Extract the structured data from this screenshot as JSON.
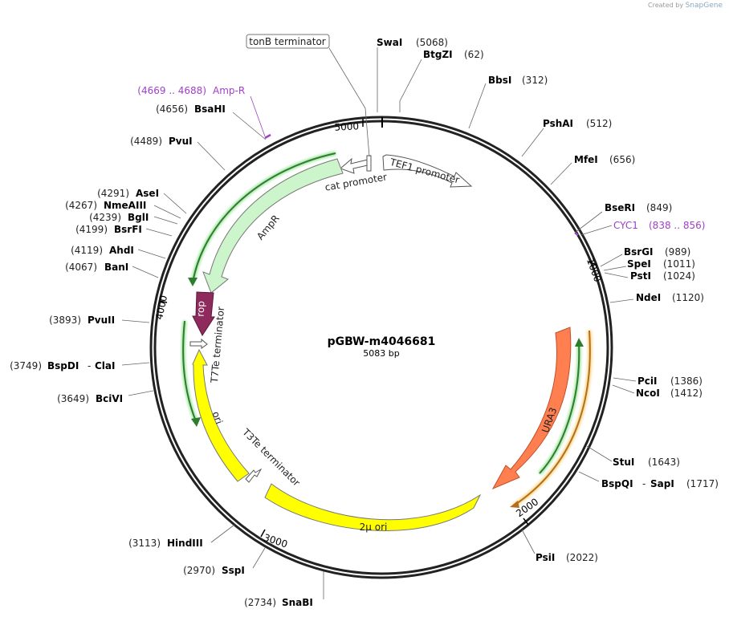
{
  "watermark": {
    "created_by": "Created by",
    "brand": "SnapGene"
  },
  "plasmid": {
    "name": "pGBW-m4046681",
    "length_label": "5083 bp"
  },
  "ruler_ticks": [
    "1000",
    "2000",
    "3000",
    "4000",
    "5000"
  ],
  "sites": [
    {
      "enzyme": "SwaI",
      "position": "(5068)"
    },
    {
      "enzyme": "BtgZI",
      "position": "(62)"
    },
    {
      "enzyme": "BbsI",
      "position": "(312)"
    },
    {
      "enzyme": "PshAI",
      "position": "(512)"
    },
    {
      "enzyme": "MfeI",
      "position": "(656)"
    },
    {
      "enzyme": "BseRI",
      "position": "(849)"
    },
    {
      "enzyme": "BsrGI",
      "position": "(989)"
    },
    {
      "enzyme": "SpeI",
      "position": "(1011)"
    },
    {
      "enzyme": "PstI",
      "position": "(1024)"
    },
    {
      "enzyme": "NdeI",
      "position": "(1120)"
    },
    {
      "enzyme": "PciI",
      "position": "(1386)"
    },
    {
      "enzyme": "NcoI",
      "position": "(1412)"
    },
    {
      "enzyme": "StuI",
      "position": "(1643)"
    },
    {
      "enzyme": "BspQI",
      "enzyme2": "SapI",
      "position": "(1717)"
    },
    {
      "enzyme": "PsiI",
      "position": "(2022)"
    },
    {
      "enzyme": "SnaBI",
      "position": "(2734)"
    },
    {
      "enzyme": "SspI",
      "position": "(2970)"
    },
    {
      "enzyme": "HindIII",
      "position": "(3113)"
    },
    {
      "enzyme": "BciVI",
      "position": "(3649)"
    },
    {
      "enzyme": "BspDI",
      "enzyme2": "ClaI",
      "position": "(3749)"
    },
    {
      "enzyme": "PvuII",
      "position": "(3893)"
    },
    {
      "enzyme": "BanI",
      "position": "(4067)"
    },
    {
      "enzyme": "AhdI",
      "position": "(4119)"
    },
    {
      "enzyme": "BsrFI",
      "position": "(4199)"
    },
    {
      "enzyme": "BglI",
      "position": "(4239)"
    },
    {
      "enzyme": "NmeAIII",
      "position": "(4267)"
    },
    {
      "enzyme": "AseI",
      "position": "(4291)"
    },
    {
      "enzyme": "PvuI",
      "position": "(4489)"
    },
    {
      "enzyme": "BsaHI",
      "position": "(4656)"
    }
  ],
  "primers": [
    {
      "name": "Amp-R",
      "range": "(4669 .. 4688)",
      "color": "#a040c8"
    },
    {
      "name": "CYC1",
      "range": "(838 .. 856)",
      "color": "#a040c8"
    }
  ],
  "terminators_outside": [
    {
      "name": "tonB terminator"
    }
  ],
  "features": {
    "tef1": {
      "name": "TEF1 promoter",
      "color": "#ffffff"
    },
    "cat": {
      "name": "cat promoter",
      "color": "#ffffff"
    },
    "ampr": {
      "name": "AmpR",
      "color": "#ccf5cc"
    },
    "rop": {
      "name": "rop",
      "color": "#8e2a5c"
    },
    "t7te": {
      "name": "T7Te terminator",
      "color": "#ffffff"
    },
    "ori": {
      "name": "ori",
      "color": "#ffff00"
    },
    "t3te": {
      "name": "T3Te terminator",
      "color": "#ffffff"
    },
    "twomu": {
      "name": "2μ ori",
      "color": "#ffff00"
    },
    "ura3": {
      "name": "URA3",
      "color": "#ff7f50"
    }
  }
}
